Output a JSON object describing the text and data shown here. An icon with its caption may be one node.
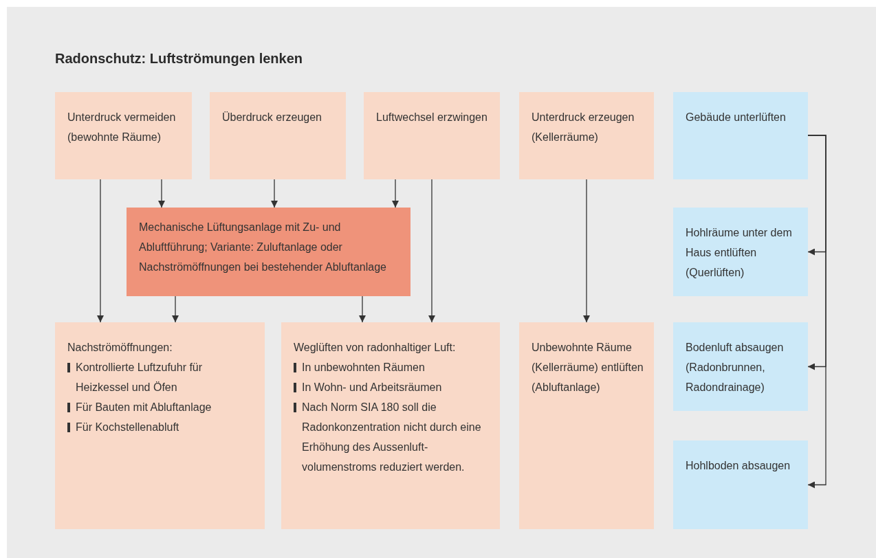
{
  "diagram": {
    "title": "Radonschutz: Luftströmungen lenken",
    "nodes": [
      {
        "text": [
          "Unterdruck vermeiden (bewohnte Räume)"
        ]
      },
      {
        "text": [
          "Überdruck erzeugen"
        ]
      },
      {
        "text": [
          "Luftwechsel erzwingen"
        ]
      },
      {
        "text": [
          "Unterdruck erzeugen (Kellerräume)"
        ]
      },
      {
        "text": [
          "Gebäude unterlüften"
        ]
      },
      {
        "text": [
          "Mechanische Lüftungsanlage mit Zu- und Abluftführung; Variante: Zuluftanlage oder Nachströmöffnungen bei bestehender Abluftanlage"
        ]
      },
      {
        "text": [
          "Nachströmöffnungen:",
          "Kontrollierte Luftzufuhr für Heizkessel und Öfen",
          "Für Bauten mit Abluftanlage",
          "Für Kochstellenabluft"
        ]
      },
      {
        "text": [
          "Weglüften von radonhaltiger Luft:",
          "In unbewohnten Räumen",
          "In Wohn- und Arbeitsräumen",
          "Nach Norm SIA 180 soll die Radonkonzentration nicht durch eine Erhöhung des Aussenluft-volumenstroms reduziert werden."
        ]
      },
      {
        "text": [
          "Unbewohnte Räume (Kellerräume) entlüften (Abluftanlage)"
        ]
      },
      {
        "text": [
          "Hohlräume unter dem Haus entlüften (Querlüften)"
        ]
      },
      {
        "text": [
          "Bodenluft absaugen (Radonbrunnen, Radondrainage)"
        ]
      },
      {
        "text": [
          "Hohlboden absaugen"
        ]
      }
    ],
    "edges": [
      {
        "from": 0,
        "to": 6,
        "arrow": "to"
      },
      {
        "from": 0,
        "to": 5,
        "arrow": "to"
      },
      {
        "from": 1,
        "to": 5,
        "arrow": "to"
      },
      {
        "from": 2,
        "to": 5,
        "arrow": "to"
      },
      {
        "from": 2,
        "to": 7,
        "arrow": "to"
      },
      {
        "from": 5,
        "to": 6,
        "arrow": "to"
      },
      {
        "from": 5,
        "to": 7,
        "arrow": "to"
      },
      {
        "from": 3,
        "to": 8,
        "arrow": "to"
      },
      {
        "from": 4,
        "to": 9,
        "arrow": "to"
      },
      {
        "from": 4,
        "to": 10,
        "arrow": "to"
      },
      {
        "from": 4,
        "to": 11,
        "arrow": "to"
      }
    ]
  }
}
